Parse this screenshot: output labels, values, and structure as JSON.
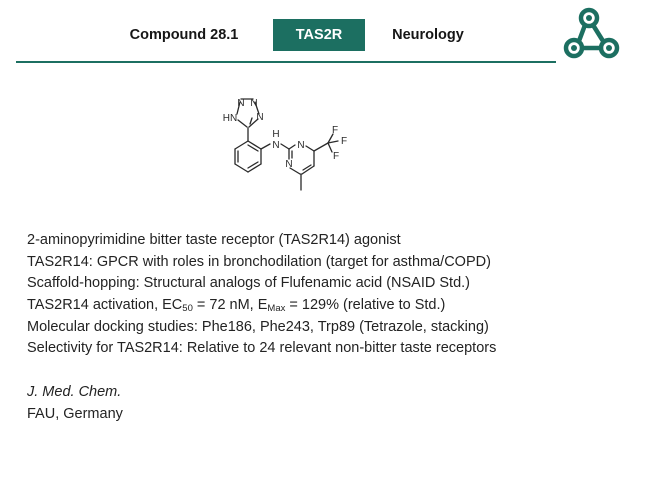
{
  "header": {
    "tabs": [
      {
        "label": "Compound 28.1",
        "active": false
      },
      {
        "label": "TAS2R",
        "active": true
      },
      {
        "label": "Neurology",
        "active": false
      }
    ],
    "accent_color": "#1c6f61",
    "logo": "organization-logo-icon"
  },
  "structure": {
    "atoms": {
      "n": "N",
      "hn": "HN",
      "f": "F",
      "nh_label": "N",
      "h_label": "H"
    }
  },
  "content": {
    "line1": "2-aminopyrimidine bitter taste receptor (TAS2R14) agonist",
    "line2": "TAS2R14: GPCR with roles in bronchodilation (target for asthma/COPD)",
    "line3": "Scaffold-hopping: Structural analogs of Flufenamic acid (NSAID Std.)",
    "line4": {
      "prefix": "TAS2R14 activation, EC",
      "sub1": "50",
      "mid": " = 72 nM, E",
      "sub2": "Max",
      "suffix": " = 129% (relative to Std.)"
    },
    "line5": "Molecular docking studies: Phe186, Phe243, Trp89 (Tetrazole, stacking)",
    "line6": "Selectivity for TAS2R14: Relative to 24 relevant non-bitter taste receptors",
    "journal": "J. Med. Chem.",
    "affiliation": "FAU, Germany"
  }
}
